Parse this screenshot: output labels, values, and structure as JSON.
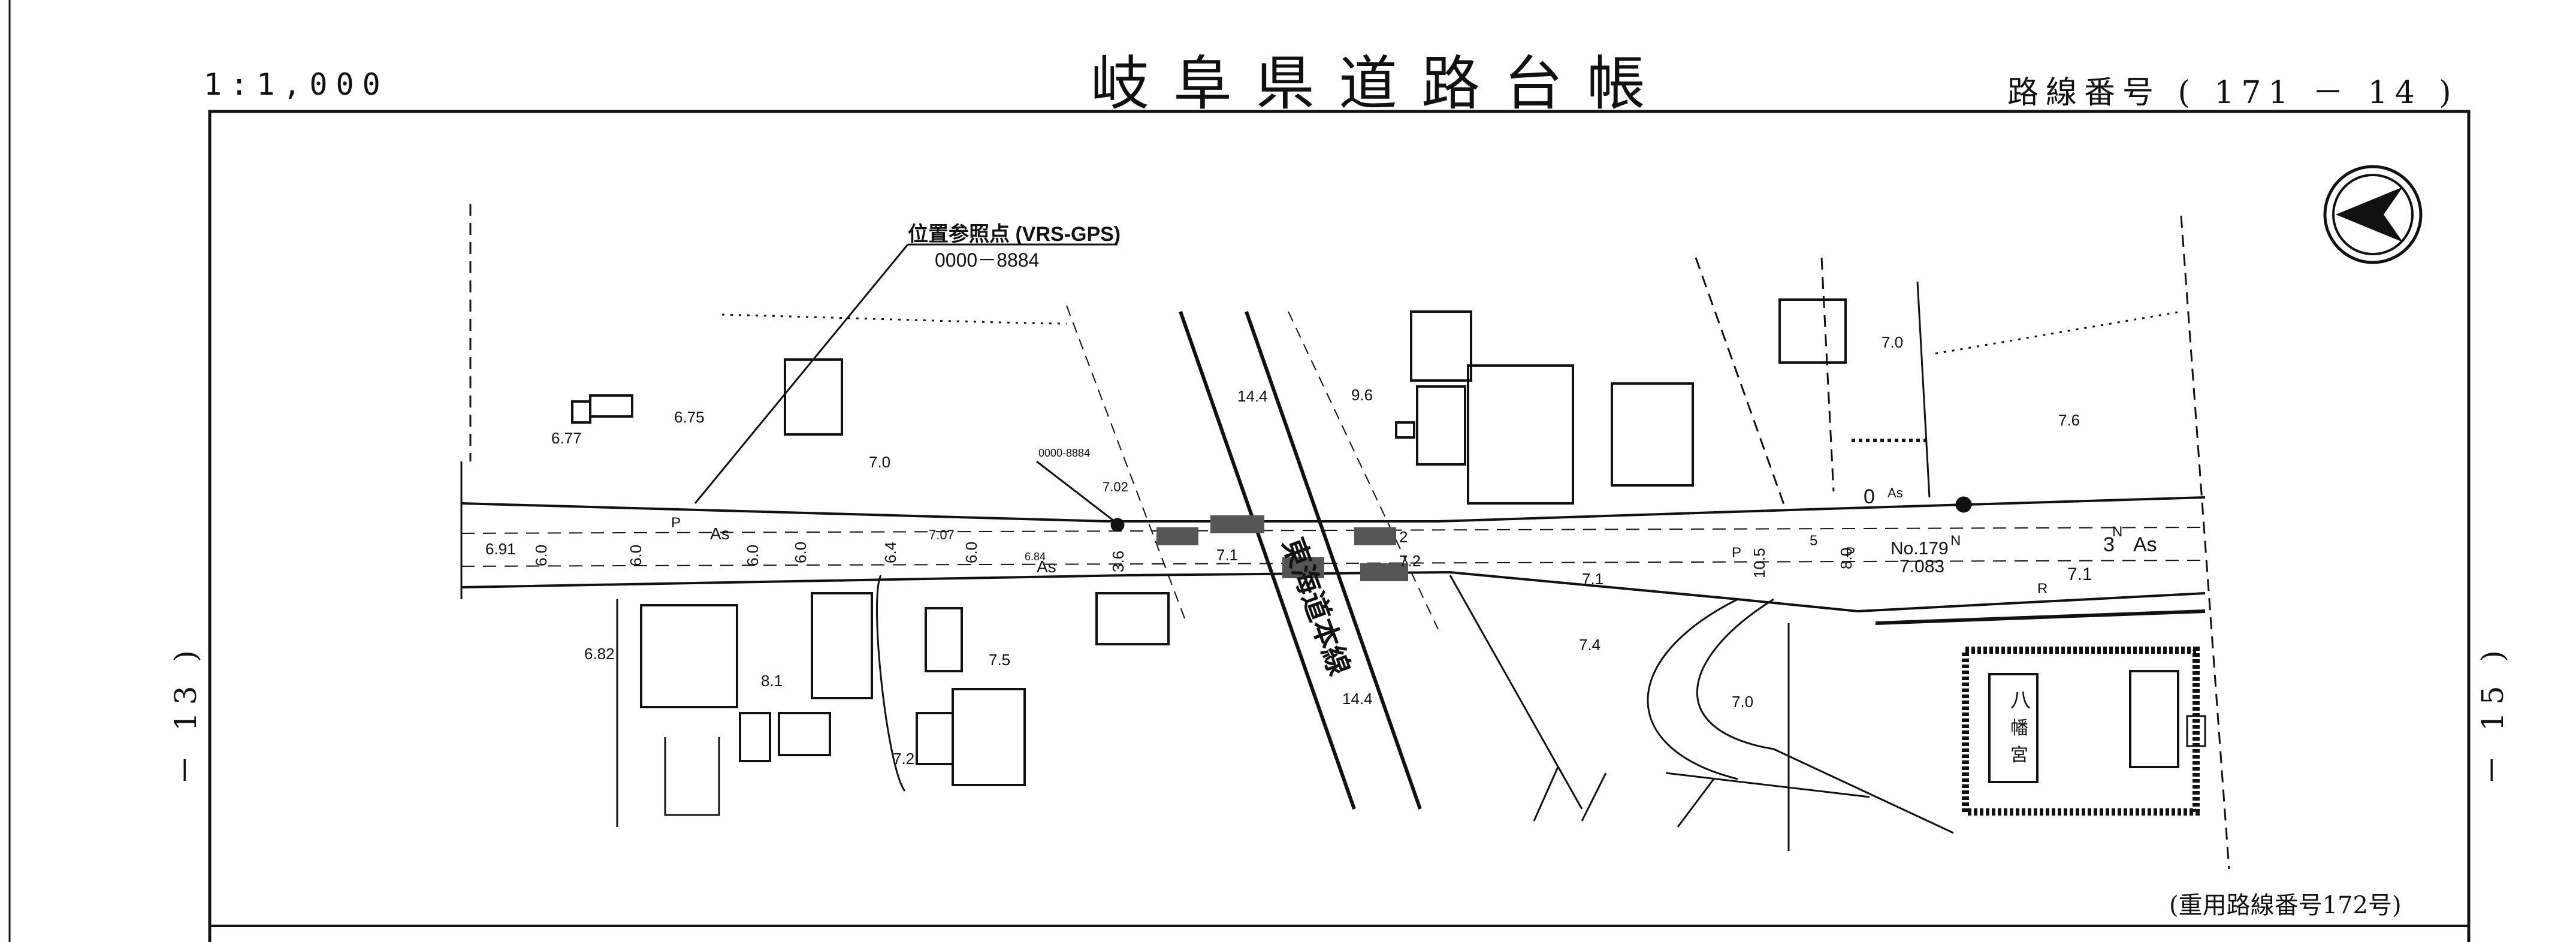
{
  "header": {
    "title": "岐阜県道路台帳",
    "scale": "1:1,000",
    "route_number": "路線番号 ( 171 － 14 )"
  },
  "sheet_refs": {
    "left": "－ 13 )",
    "right": "－ 15 )"
  },
  "overlap_note": "(重用路線番号172号)",
  "reference_point": {
    "label": "位置参照点 (VRS-GPS)",
    "code": "0000－8884",
    "small_code": "0000-8884"
  },
  "railway": {
    "name": "東海道本線"
  },
  "shrine": {
    "name": "八幡宮"
  },
  "station_marker": {
    "number": "No.179",
    "value": "7.083"
  },
  "pavement_label": "As",
  "spot_elevations": [
    "6.77",
    "6.75",
    "7.0",
    "6.91",
    "6.82",
    "8.1",
    "7.5",
    "7.2",
    "7.07",
    "7.02",
    "6.84",
    "7.1",
    "14.4",
    "9.6",
    "7.2",
    "14.4",
    "7.0",
    "7.6",
    "7.1",
    "7.4",
    "7.0",
    "7.1"
  ],
  "widths": [
    "6.0",
    "6.0",
    "6.0",
    "6.0",
    "6.4",
    "6.0",
    "3.6",
    "10.5",
    "8.0",
    "3"
  ],
  "map_markers": [
    "P",
    "N",
    "R",
    "0",
    "2",
    "5"
  ],
  "colors": {
    "ink": "#111111",
    "paper": "#ffffff"
  }
}
